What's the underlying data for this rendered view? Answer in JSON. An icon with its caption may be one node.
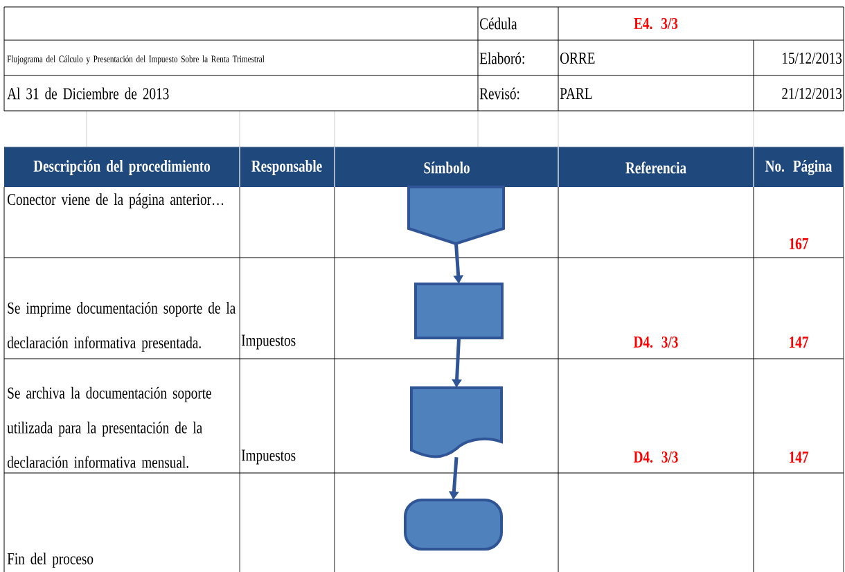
{
  "diagram": {
    "nodes": [
      {
        "text": [],
        "shape": "pentagon"
      },
      {
        "text": [],
        "shape": "box"
      },
      {
        "text": [],
        "shape": "document"
      },
      {
        "text": [],
        "shape": "terminator"
      }
    ],
    "edges": [
      {
        "from": 0,
        "to": 1,
        "arrow": "to"
      },
      {
        "from": 1,
        "to": 2,
        "arrow": "to"
      },
      {
        "from": 2,
        "to": 3,
        "arrow": "to"
      }
    ],
    "labels": [
      "Cédula",
      "E4. 3/3",
      "Flujograma del Cálculo y Presentación del Impuesto Sobre la Renta Trimestral",
      "Elaboró:",
      "ORRE",
      "15/12/2013",
      "Al 31 de Diciembre de 2013",
      "Revisó:",
      "PARL",
      "21/12/2013",
      "Descripción del procedimiento",
      "Responsable",
      "Símbolo",
      "Referencia",
      "No. Página",
      "Conector viene de la página anterior…",
      "167",
      "Se imprime documentación soporte de la declaración informativa presentada.",
      "Impuestos",
      "D4. 3/3",
      "147",
      "Se archiva la documentación soporte utilizada para la presentación de la declaración informativa mensual.",
      "Impuestos",
      "D4. 3/3",
      "147",
      "Fin del proceso"
    ]
  }
}
